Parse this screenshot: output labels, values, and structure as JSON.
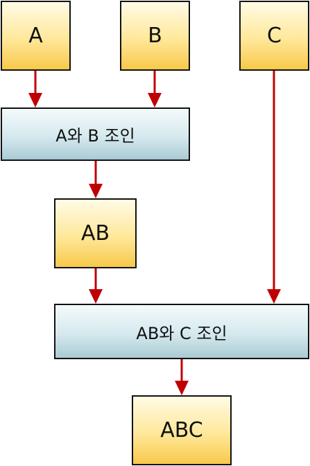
{
  "nodes": {
    "a": "A",
    "b": "B",
    "c": "C",
    "join_ab": "A와 B 조인",
    "ab": "AB",
    "join_abc": "AB와 C 조인",
    "abc": "ABC"
  },
  "colors": {
    "arrow": "#c00000",
    "border": "#111111",
    "input_fill_top": "#fffbe6",
    "input_fill_bottom": "#f7c94a",
    "join_fill_top": "#f4fafb",
    "join_fill_bottom": "#a9cbd4"
  }
}
